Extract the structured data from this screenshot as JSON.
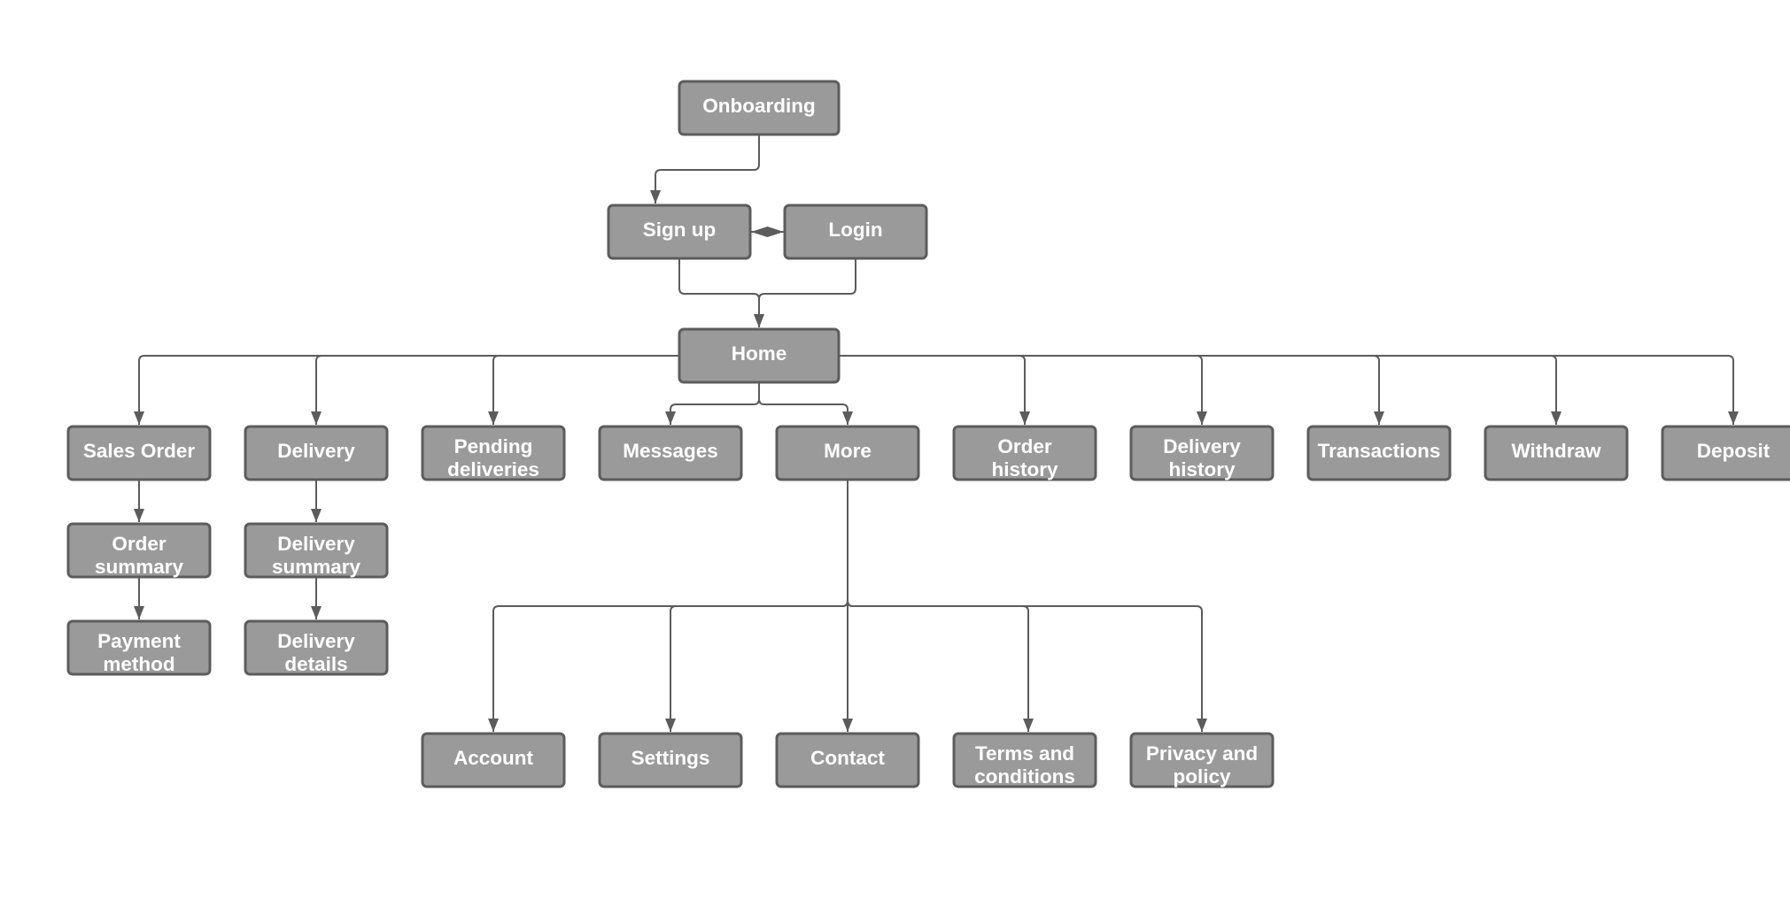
{
  "nodes": [
    {
      "id": "onboarding",
      "lines": [
        "Onboarding"
      ]
    },
    {
      "id": "signup",
      "lines": [
        "Sign up"
      ]
    },
    {
      "id": "login",
      "lines": [
        "Login"
      ]
    },
    {
      "id": "home",
      "lines": [
        "Home"
      ]
    },
    {
      "id": "sales-order",
      "lines": [
        "Sales Order"
      ]
    },
    {
      "id": "delivery",
      "lines": [
        "Delivery"
      ]
    },
    {
      "id": "pending-deliveries",
      "lines": [
        "Pending",
        "deliveries"
      ]
    },
    {
      "id": "messages",
      "lines": [
        "Messages"
      ]
    },
    {
      "id": "more",
      "lines": [
        "More"
      ]
    },
    {
      "id": "order-history",
      "lines": [
        "Order",
        "history"
      ]
    },
    {
      "id": "delivery-history",
      "lines": [
        "Delivery",
        "history"
      ]
    },
    {
      "id": "transactions",
      "lines": [
        "Transactions"
      ]
    },
    {
      "id": "withdraw",
      "lines": [
        "Withdraw"
      ]
    },
    {
      "id": "deposit",
      "lines": [
        "Deposit"
      ]
    },
    {
      "id": "order-summary",
      "lines": [
        "Order",
        "summary"
      ]
    },
    {
      "id": "payment-method",
      "lines": [
        "Payment",
        "method"
      ]
    },
    {
      "id": "delivery-summary",
      "lines": [
        "Delivery",
        "summary"
      ]
    },
    {
      "id": "delivery-details",
      "lines": [
        "Delivery",
        "details"
      ]
    },
    {
      "id": "account",
      "lines": [
        "Account"
      ]
    },
    {
      "id": "settings",
      "lines": [
        "Settings"
      ]
    },
    {
      "id": "contact",
      "lines": [
        "Contact"
      ]
    },
    {
      "id": "terms-and-conditions",
      "lines": [
        "Terms and",
        "conditions"
      ]
    },
    {
      "id": "privacy-and-policy",
      "lines": [
        "Privacy and",
        "policy"
      ]
    }
  ],
  "edges": [
    {
      "from": "onboarding",
      "to": "signup"
    },
    {
      "from": "signup",
      "to": "login",
      "bidirectional": true
    },
    {
      "from": "signup",
      "to": "home"
    },
    {
      "from": "login",
      "to": "home"
    },
    {
      "from": "home",
      "to": "sales-order"
    },
    {
      "from": "home",
      "to": "delivery"
    },
    {
      "from": "home",
      "to": "pending-deliveries"
    },
    {
      "from": "home",
      "to": "messages"
    },
    {
      "from": "home",
      "to": "more"
    },
    {
      "from": "home",
      "to": "order-history"
    },
    {
      "from": "home",
      "to": "delivery-history"
    },
    {
      "from": "home",
      "to": "transactions"
    },
    {
      "from": "home",
      "to": "withdraw"
    },
    {
      "from": "home",
      "to": "deposit"
    },
    {
      "from": "sales-order",
      "to": "order-summary"
    },
    {
      "from": "order-summary",
      "to": "payment-method"
    },
    {
      "from": "delivery",
      "to": "delivery-summary"
    },
    {
      "from": "delivery-summary",
      "to": "delivery-details"
    },
    {
      "from": "more",
      "to": "account"
    },
    {
      "from": "more",
      "to": "settings"
    },
    {
      "from": "more",
      "to": "contact"
    },
    {
      "from": "more",
      "to": "terms-and-conditions"
    },
    {
      "from": "more",
      "to": "privacy-and-policy"
    }
  ],
  "colors": {
    "node_fill": "#9a9a9a",
    "node_border": "#5c5c5c",
    "node_text": "#ffffff",
    "connector": "#5c5c5c",
    "background": "#ffffff"
  }
}
